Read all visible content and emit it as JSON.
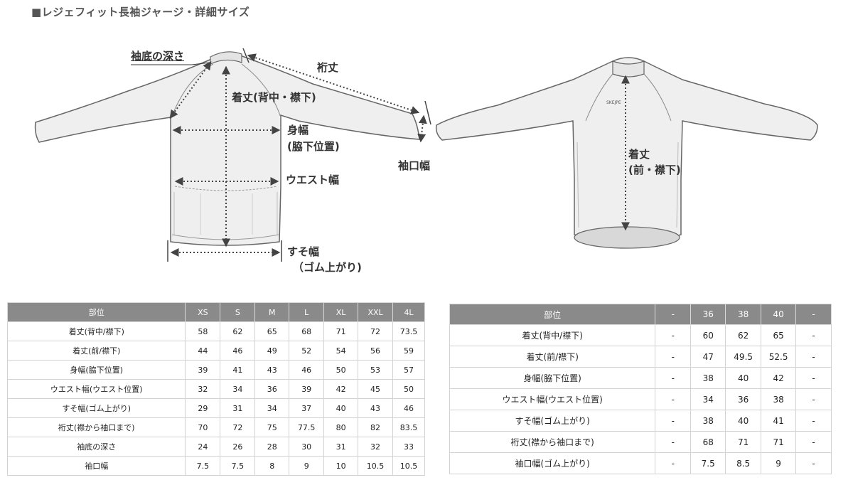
{
  "title": "■レジェフィット長袖ジャージ・詳細サイズ",
  "labels": {
    "sleeve_depth": "袖底の深さ",
    "yuki": "裄丈",
    "back_length": "着丈(背中・襟下)",
    "chest_1": "身幅",
    "chest_2": "(脇下位置)",
    "cuff": "袖口幅",
    "waist": "ウエスト幅",
    "hem_1": "すそ幅",
    "hem_2": "（ゴム上がり)",
    "front_length_1": "着丈",
    "front_length_2": "(前・襟下)",
    "logo": "SKEJPE"
  },
  "table1": {
    "headers": [
      "部位",
      "XS",
      "S",
      "M",
      "L",
      "XL",
      "XXL",
      "4L"
    ],
    "rows": [
      [
        "着丈(背中/襟下)",
        "58",
        "62",
        "65",
        "68",
        "71",
        "72",
        "73.5"
      ],
      [
        "着丈(前/襟下)",
        "44",
        "46",
        "49",
        "52",
        "54",
        "56",
        "59"
      ],
      [
        "身幅(脇下位置)",
        "39",
        "41",
        "43",
        "46",
        "50",
        "53",
        "57"
      ],
      [
        "ウエスト幅(ウエスト位置)",
        "32",
        "34",
        "36",
        "39",
        "42",
        "45",
        "50"
      ],
      [
        "すそ幅(ゴム上がり)",
        "29",
        "31",
        "34",
        "37",
        "40",
        "43",
        "46"
      ],
      [
        "裄丈(襟から袖口まで)",
        "70",
        "72",
        "75",
        "77.5",
        "80",
        "82",
        "83.5"
      ],
      [
        "袖底の深さ",
        "24",
        "26",
        "28",
        "30",
        "31",
        "32",
        "33"
      ],
      [
        "袖口幅",
        "7.5",
        "7.5",
        "8",
        "9",
        "10",
        "10.5",
        "10.5"
      ]
    ]
  },
  "table2": {
    "headers": [
      "部位",
      "-",
      "36",
      "38",
      "40",
      "-"
    ],
    "rows": [
      [
        "着丈(背中/襟下)",
        "-",
        "60",
        "62",
        "65",
        "-"
      ],
      [
        "着丈(前/襟下)",
        "-",
        "47",
        "49.5",
        "52.5",
        "-"
      ],
      [
        "身幅(脇下位置)",
        "-",
        "38",
        "40",
        "42",
        "-"
      ],
      [
        "ウエスト幅(ウエスト位置)",
        "-",
        "34",
        "36",
        "38",
        "-"
      ],
      [
        "すそ幅(ゴム上がり)",
        "-",
        "38",
        "40",
        "41",
        "-"
      ],
      [
        "裄丈(襟から袖口まで)",
        "-",
        "68",
        "71",
        "71",
        "-"
      ],
      [
        "袖口幅(ゴム上がり)",
        "-",
        "7.5",
        "8.5",
        "9",
        "-"
      ]
    ]
  },
  "colors": {
    "header_bg": "#8a8a8a",
    "jersey_fill": "#efefef",
    "jersey_stroke": "#666666",
    "measure": "#444444"
  }
}
